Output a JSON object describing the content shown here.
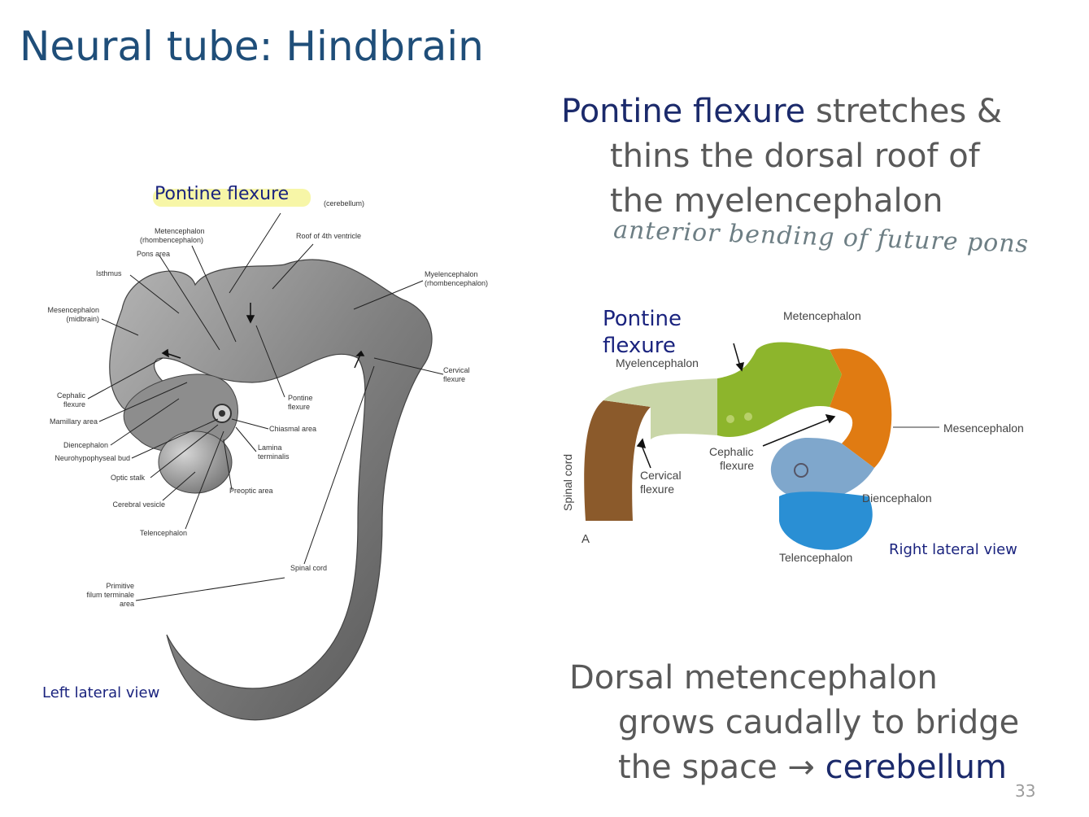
{
  "slide": {
    "title": "Neural tube: Hindbrain",
    "page_number": "33"
  },
  "text_block_top": {
    "lines": [
      "Pontine flexure",
      " stretches &",
      "thins the dorsal roof of",
      "the myelencephalon"
    ],
    "handwritten_note": "anterior bending of future pons"
  },
  "text_block_bottom": {
    "lines": [
      "Dorsal metencephalon",
      "grows caudally to bridge",
      "the space ",
      "cerebellum"
    ],
    "arrow": "→"
  },
  "left_figure": {
    "highlight_label": "Pontine flexure",
    "caption": "Left lateral view",
    "labels": {
      "cerebellum": "(cerebellum)",
      "metencephalon": "Metencephalon",
      "rhombencephalon": "(rhombencephalon)",
      "roof": "Roof of 4th ventricle",
      "pons": "Pons area",
      "isthmus": "Isthmus",
      "myelencephalon": "Myelencephalon",
      "myel_rhomb": "(rhombencephalon)",
      "mesencephalon": "Mesencephalon",
      "midbrain": "(midbrain)",
      "cervical_1": "Cervical",
      "cervical_2": "flexure",
      "cephalic_1": "Cephalic",
      "cephalic_2": "flexure",
      "pontine_1": "Pontine",
      "pontine_2": "flexure",
      "mamillary": "Mamillary area",
      "chiasmal": "Chiasmal area",
      "diencephalon": "Diencephalon",
      "lamina_1": "Lamina",
      "lamina_2": "terminalis",
      "neurohypophyseal": "Neurohypophyseal bud",
      "optic": "Optic stalk",
      "preoptic": "Preoptic area",
      "cerebral": "Cerebral vesicle",
      "telencephalon": "Telencephalon",
      "spinal": "Spinal cord",
      "primitive_1": "Primitive",
      "primitive_2": "filum terminale",
      "primitive_3": "area"
    }
  },
  "right_figure": {
    "pontine_1": "Pontine",
    "pontine_2": "flexure",
    "caption": "Right lateral view",
    "panel_letter": "A",
    "labels": {
      "myelencephalon": "Myelencephalon",
      "metencephalon": "Metencephalon",
      "mesencephalon": "Mesencephalon",
      "cephalic_1": "Cephalic",
      "cephalic_2": "flexure",
      "cervical_1": "Cervical",
      "cervical_2": "flexure",
      "spinal": "Spinal cord",
      "diencephalon": "Diencephalon",
      "telencephalon": "Telencephalon"
    },
    "colors": {
      "spinal": "#8b5a2b",
      "myelencephalon": "#c9d6a8",
      "metencephalon": "#8db52c",
      "mesencephalon": "#e07b12",
      "diencephalon": "#7fa7cc",
      "telencephalon": "#2a8fd4"
    }
  }
}
